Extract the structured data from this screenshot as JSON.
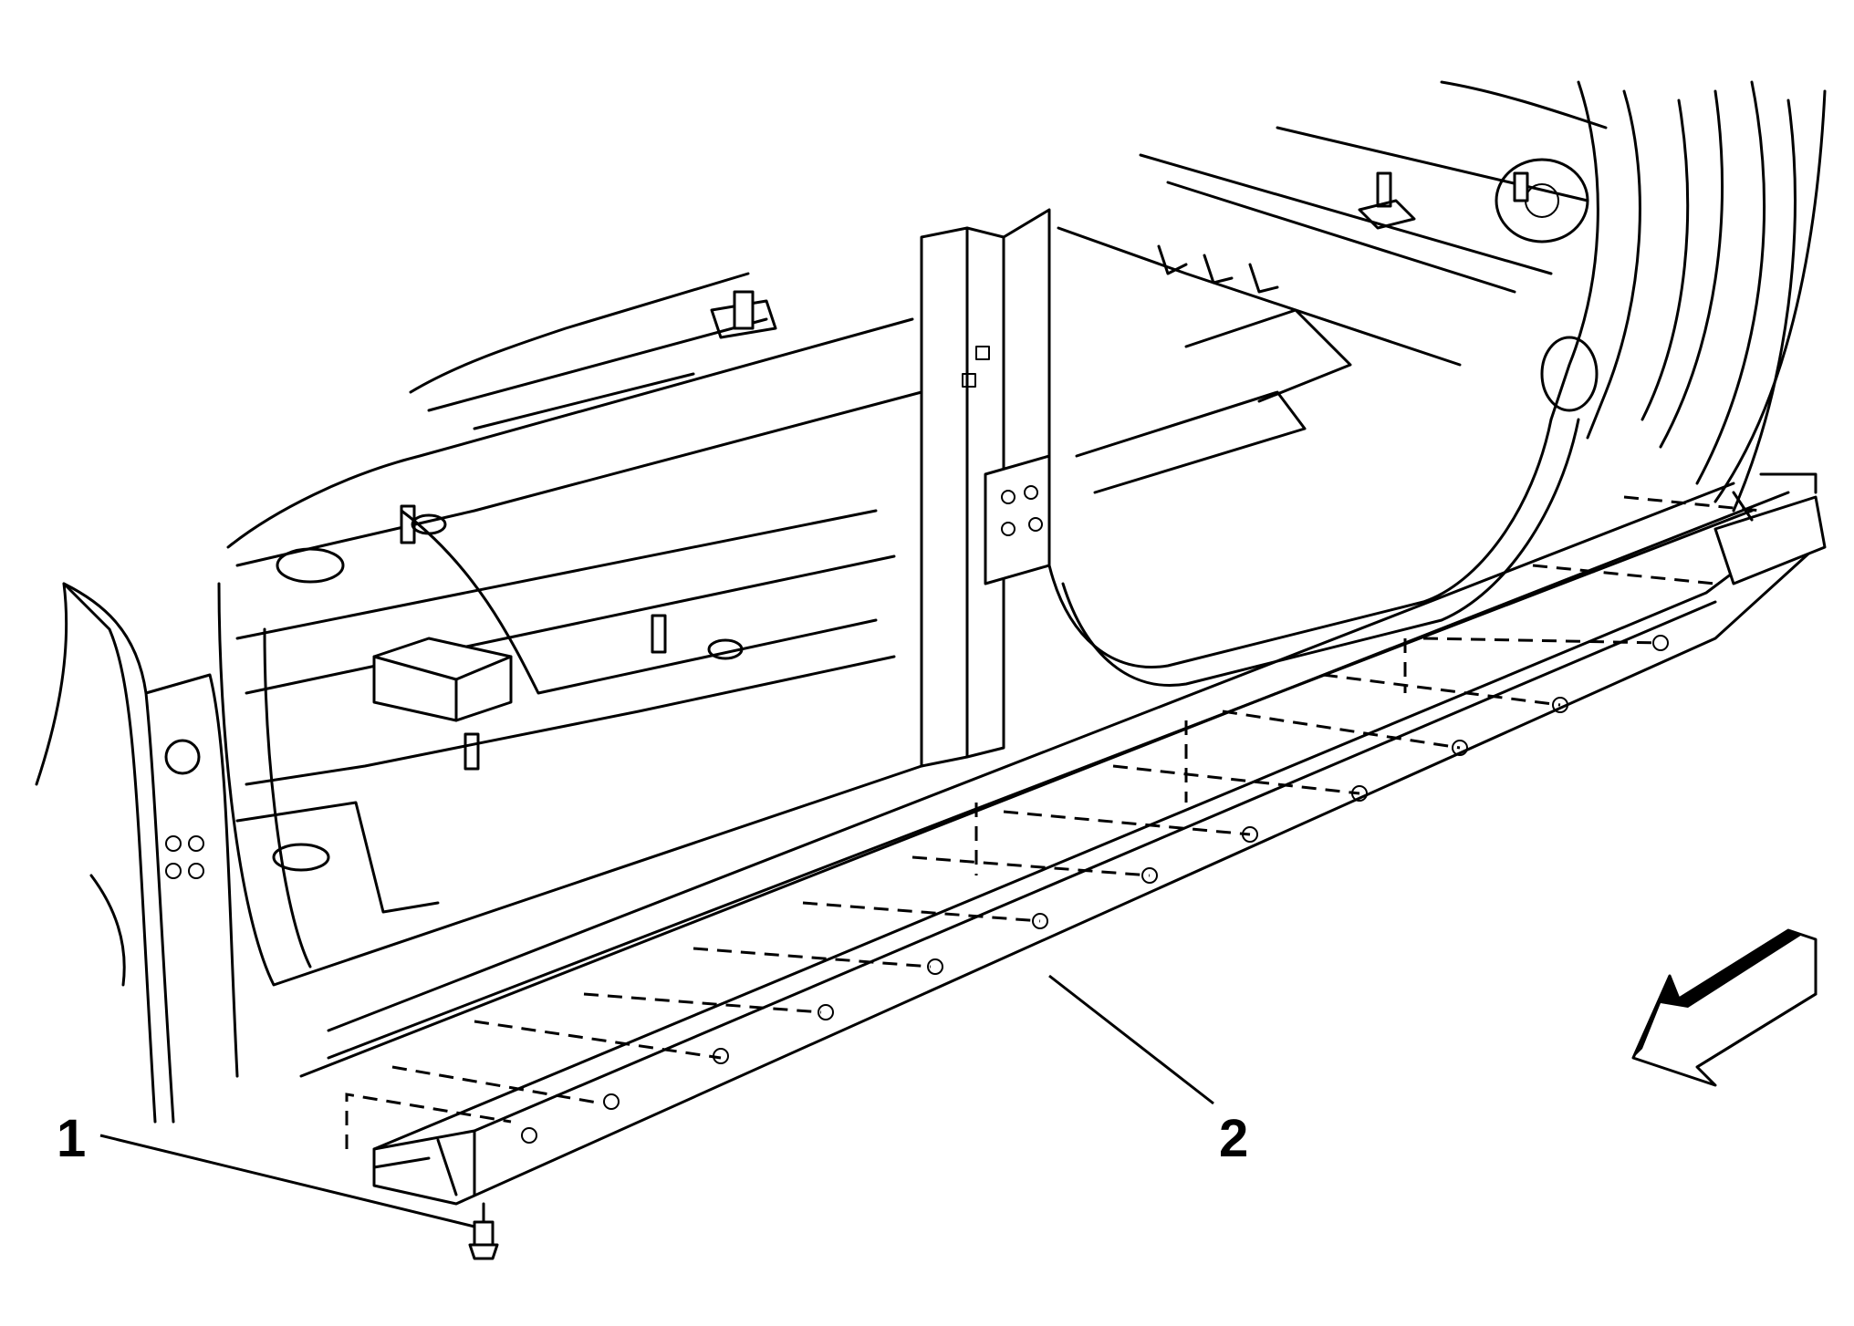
{
  "callouts": [
    {
      "id": 1,
      "label": "1"
    },
    {
      "id": 2,
      "label": "2"
    }
  ],
  "direction_arrow": {
    "icon": "front-direction-arrow-icon"
  }
}
